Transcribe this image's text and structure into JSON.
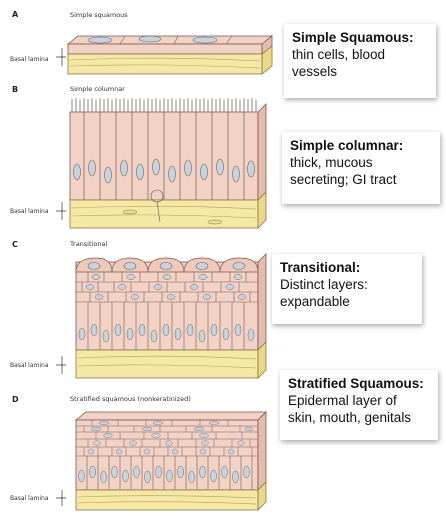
{
  "panels": [
    {
      "letter": "A",
      "title": "Simple squamous",
      "basal_label": "Basal lamina"
    },
    {
      "letter": "B",
      "title": "Simple columnar",
      "basal_label": "Basal lamina"
    },
    {
      "letter": "C",
      "title": "Transitional",
      "basal_label": "Basal lamina"
    },
    {
      "letter": "D",
      "title": "Stratified squamous (nonkeratinized)",
      "basal_label": "Basal lamina"
    }
  ],
  "cards": [
    {
      "title": "Simple Squamous:",
      "desc_lines": [
        "thin cells, blood",
        "vessels"
      ]
    },
    {
      "title": "Simple columnar:",
      "desc_lines": [
        "thick, mucous",
        "secreting; GI tract"
      ]
    },
    {
      "title": "Transitional:",
      "desc_lines": [
        "Distinct layers:",
        "expandable"
      ]
    },
    {
      "title": "Stratified Squamous:",
      "desc_lines": [
        "Epidermal layer of",
        "skin, mouth, genitals"
      ]
    }
  ],
  "colors": {
    "cell_fill": "#f2d2c4",
    "cell_stroke": "#7a5a55",
    "nucleus_fill": "#c9d2da",
    "basal_fill": "#f5e7a6",
    "basal_line": "#8a7a40"
  }
}
